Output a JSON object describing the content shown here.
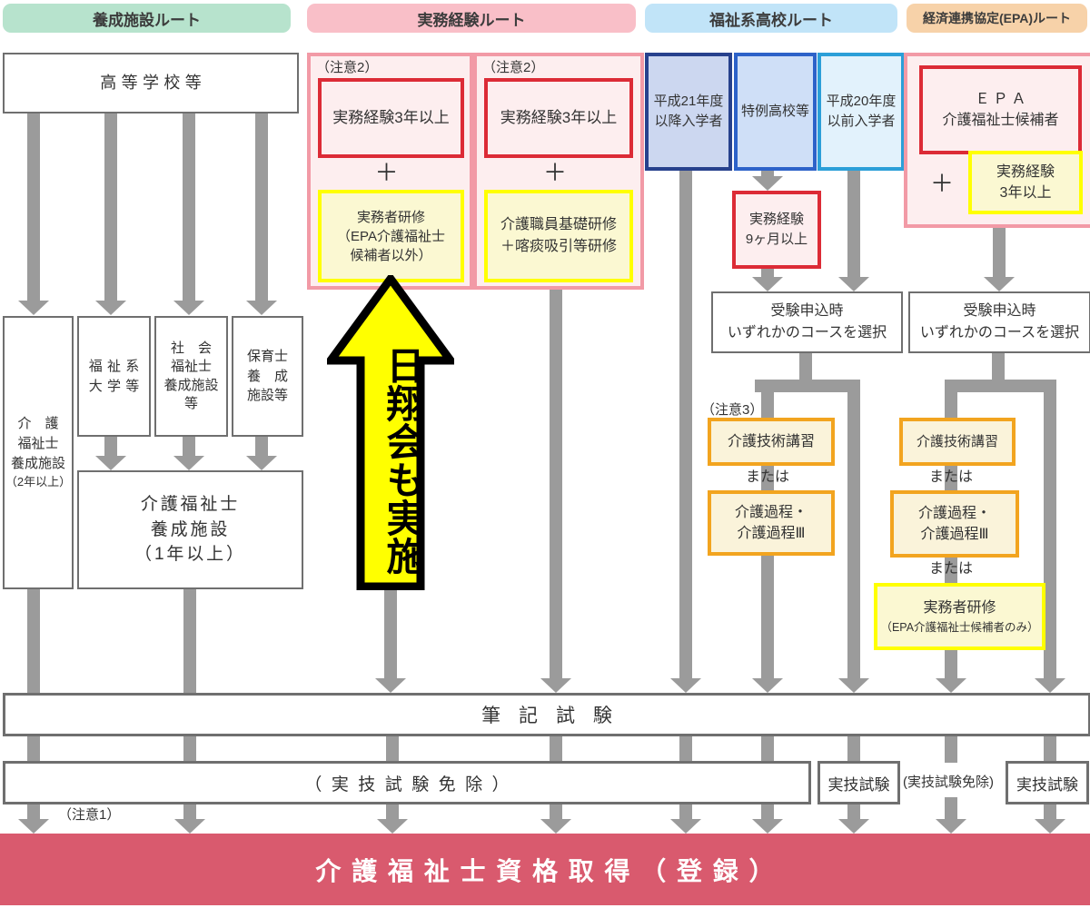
{
  "headers": {
    "yosei": "養成施設ルート",
    "jitsumu": "実務経験ルート",
    "fukushikei": "福祉系高校ルート",
    "epa": "経済連携協定(EPA)ルート"
  },
  "yosei_route": {
    "koutou_gakkou": "高等学校等",
    "kaigo_2nen": {
      "l1": "介　護",
      "l2": "福祉士",
      "l3": "養成施設",
      "l4": "（2年以上）"
    },
    "fukushikei_daigaku": {
      "l1": "福祉系",
      "l2": "大学等"
    },
    "shakai_fukushishi": {
      "l1": "社　会",
      "l2": "福祉士",
      "l3": "養成施設",
      "l4": "等"
    },
    "hoikushi": {
      "l1": "保育士",
      "l2": "養　成",
      "l3": "施設等"
    },
    "kaigo_1nen": {
      "l1": "介護福祉士",
      "l2": "養成施設",
      "l3": "（1年以上）"
    }
  },
  "jitsumu_route": {
    "note2a": "（注意2）",
    "note2b": "（注意2）",
    "keiken3_a": "実務経験3年以上",
    "keiken3_b": "実務経験3年以上",
    "plus_a": "＋",
    "plus_b": "＋",
    "kenshu_a": {
      "l1": "実務者研修",
      "l2": "（EPA介護福祉士",
      "l3": "候補者以外）"
    },
    "kenshu_b": {
      "l1": "介護職員基礎研修",
      "l2": "＋喀痰吸引等研修"
    },
    "highlight_arrow": "日翔会も実施"
  },
  "fukushikei_route": {
    "h21": {
      "l1": "平成21年度",
      "l2": "以降入学者"
    },
    "tokurei": "特例高校等",
    "h20": {
      "l1": "平成20年度",
      "l2": "以前入学者"
    },
    "keiken9m": {
      "l1": "実務経験",
      "l2": "9ヶ月以上"
    },
    "course_select": {
      "l1": "受験申込時",
      "l2": "いずれかのコースを選択"
    },
    "note3": "（注意3）",
    "gijutsu": "介護技術講習",
    "or1": "または",
    "katei": {
      "l1": "介護過程・",
      "l2": "介護過程Ⅲ"
    }
  },
  "epa_route": {
    "candidate": {
      "l1": "ＥＰＡ",
      "l2": "介護福祉士候補者"
    },
    "plus": "＋",
    "keiken3": {
      "l1": "実務経験",
      "l2": "3年以上"
    },
    "course_select": {
      "l1": "受験申込時",
      "l2": "いずれかのコースを選択"
    },
    "gijutsu": "介護技術講習",
    "or1": "または",
    "katei": {
      "l1": "介護過程・",
      "l2": "介護過程Ⅲ"
    },
    "or2": "または",
    "jitsumusha": {
      "l1": "実務者研修",
      "l2": "（EPA介護福祉士候補者のみ）"
    }
  },
  "exams": {
    "hikki": "筆記試験",
    "jitsugi_menjo_wide": "（実技試験免除）",
    "jitsugi1": "実技試験",
    "jitsugi_menjo_small": "(実技試験免除)",
    "jitsugi2": "実技試験",
    "note1": "（注意1）"
  },
  "goal": "介護福祉士資格取得（登録）",
  "colors": {
    "header_mint": "#b7e3cd",
    "header_pink": "#f9bfc8",
    "header_blue": "#c1e4f8",
    "header_peach": "#f7d2a9",
    "pink_border": "#f29aa6",
    "red_border": "#dc2b36",
    "yellow_border": "#ffff00",
    "orange_border": "#f2a41f",
    "navy_border": "#27418d",
    "blue_border": "#2d62c9",
    "cyan_border": "#2b9fd8",
    "arrow_gray": "#9b9b9b",
    "goal_band": "#d95a6e",
    "highlight_yellow": "#ffff00"
  }
}
